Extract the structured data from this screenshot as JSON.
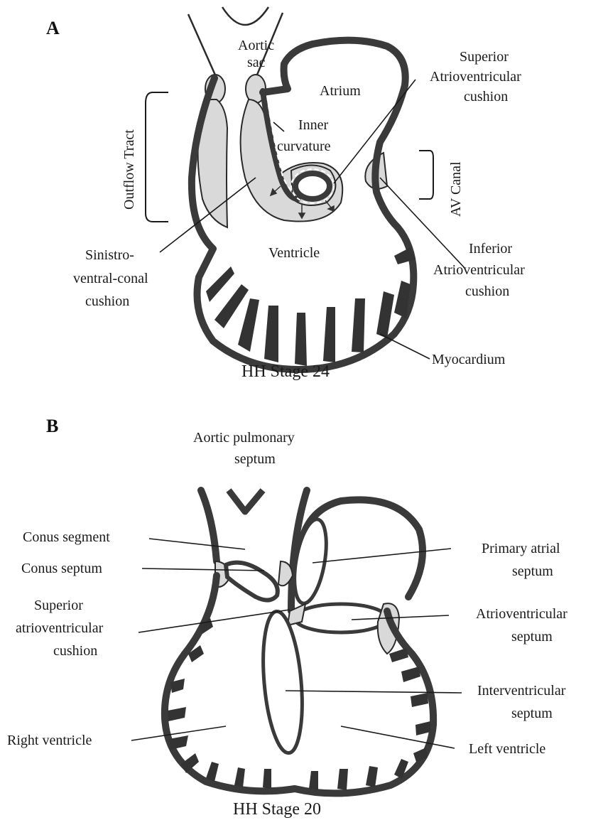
{
  "colors": {
    "wall": "#3a3a3a",
    "cushion": "#d9d9d9",
    "background": "#ffffff"
  },
  "panelA": {
    "letter": "A",
    "aortic_sac_1": "Aortic",
    "aortic_sac_2": "sac",
    "atrium": "Atrium",
    "superior_av_1": "Superior",
    "superior_av_2": "Atrioventricular",
    "superior_av_3": "cushion",
    "inner_curv_1": "Inner",
    "inner_curv_2": "curvature",
    "outflow_tract": "Outflow Tract",
    "av_canal": "AV Canal",
    "ventricle": "Ventricle",
    "sinistro_1": "Sinistro-",
    "sinistro_2": "ventral-conal",
    "sinistro_3": "cushion",
    "inferior_av_1": "Inferior",
    "inferior_av_2": "Atrioventricular",
    "inferior_av_3": "cushion",
    "myocardium": "Myocardium",
    "stage": "HH Stage 24"
  },
  "panelB": {
    "letter": "B",
    "ap_septum_1": "Aortic pulmonary",
    "ap_septum_2": "septum",
    "conus_segment": "Conus segment",
    "conus_septum": "Conus septum",
    "superior_av_1": "Superior",
    "superior_av_2": "atrioventricular",
    "superior_av_3": "cushion",
    "right_ventricle": "Right ventricle",
    "primary_atrial_1": "Primary atrial",
    "primary_atrial_2": "septum",
    "av_septum_1": "Atrioventricular",
    "av_septum_2": "septum",
    "interventricular_1": "Interventricular",
    "interventricular_2": "septum",
    "left_ventricle": "Left ventricle",
    "stage": "HH Stage 20"
  }
}
